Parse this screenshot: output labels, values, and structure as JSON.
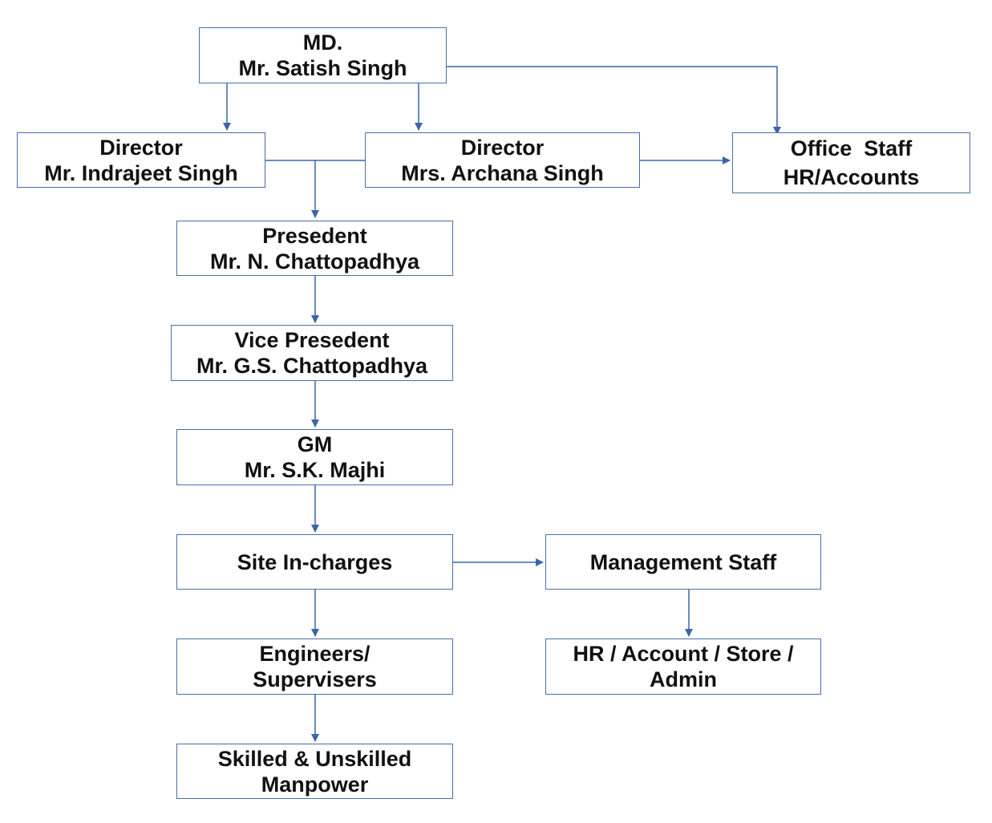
{
  "colors": {
    "connector": "#3a65a8",
    "border": "#4a6fa5",
    "text": "#111111"
  },
  "nodes": {
    "md": {
      "line1": "MD.",
      "line2": "Mr. Satish Singh"
    },
    "director1": {
      "line1": "Director",
      "line2": "Mr. Indrajeet Singh"
    },
    "director2": {
      "line1": "Director",
      "line2": "Mrs. Archana Singh"
    },
    "office_staff": {
      "line1": "Office  Staff",
      "line2": "HR/Accounts"
    },
    "president": {
      "line1": "Presedent",
      "line2": "Mr. N. Chattopadhya"
    },
    "vice_president": {
      "line1": "Vice Presedent",
      "line2": "Mr. G.S. Chattopadhya"
    },
    "gm": {
      "line1": "GM",
      "line2": "Mr. S.K. Majhi"
    },
    "site_incharges": {
      "line1": "Site In-charges"
    },
    "management_staff": {
      "line1": "Management Staff"
    },
    "engineers": {
      "line1": "Engineers/",
      "line2": "Supervisers"
    },
    "hr_account_store": {
      "line1": "HR / Account / Store /",
      "line2": "Admin"
    },
    "manpower": {
      "line1": "Skilled & Unskilled",
      "line2": "Manpower"
    }
  }
}
